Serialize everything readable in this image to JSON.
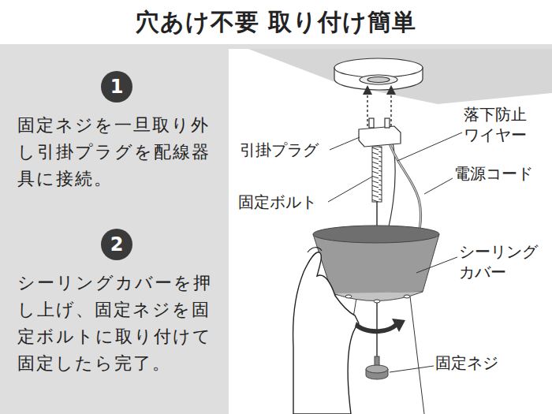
{
  "diagram": {
    "title": "穴あけ不要 取り付け簡単",
    "nodes": [
      {
        "text": [
          "1"
        ]
      },
      {
        "text": [
          "2"
        ]
      }
    ],
    "labels": [
      "固定ネジを一旦取り外し引掛プラグを配線器具に接続。",
      "シーリングカバーを押し上げ、固定ネジを固定ボルトに取り付けて固定したら完了。",
      "引掛プラグ",
      "落下防止ワイヤー",
      "電源コード",
      "固定ボルト",
      "シーリングカバー",
      "固定ネジ"
    ]
  }
}
